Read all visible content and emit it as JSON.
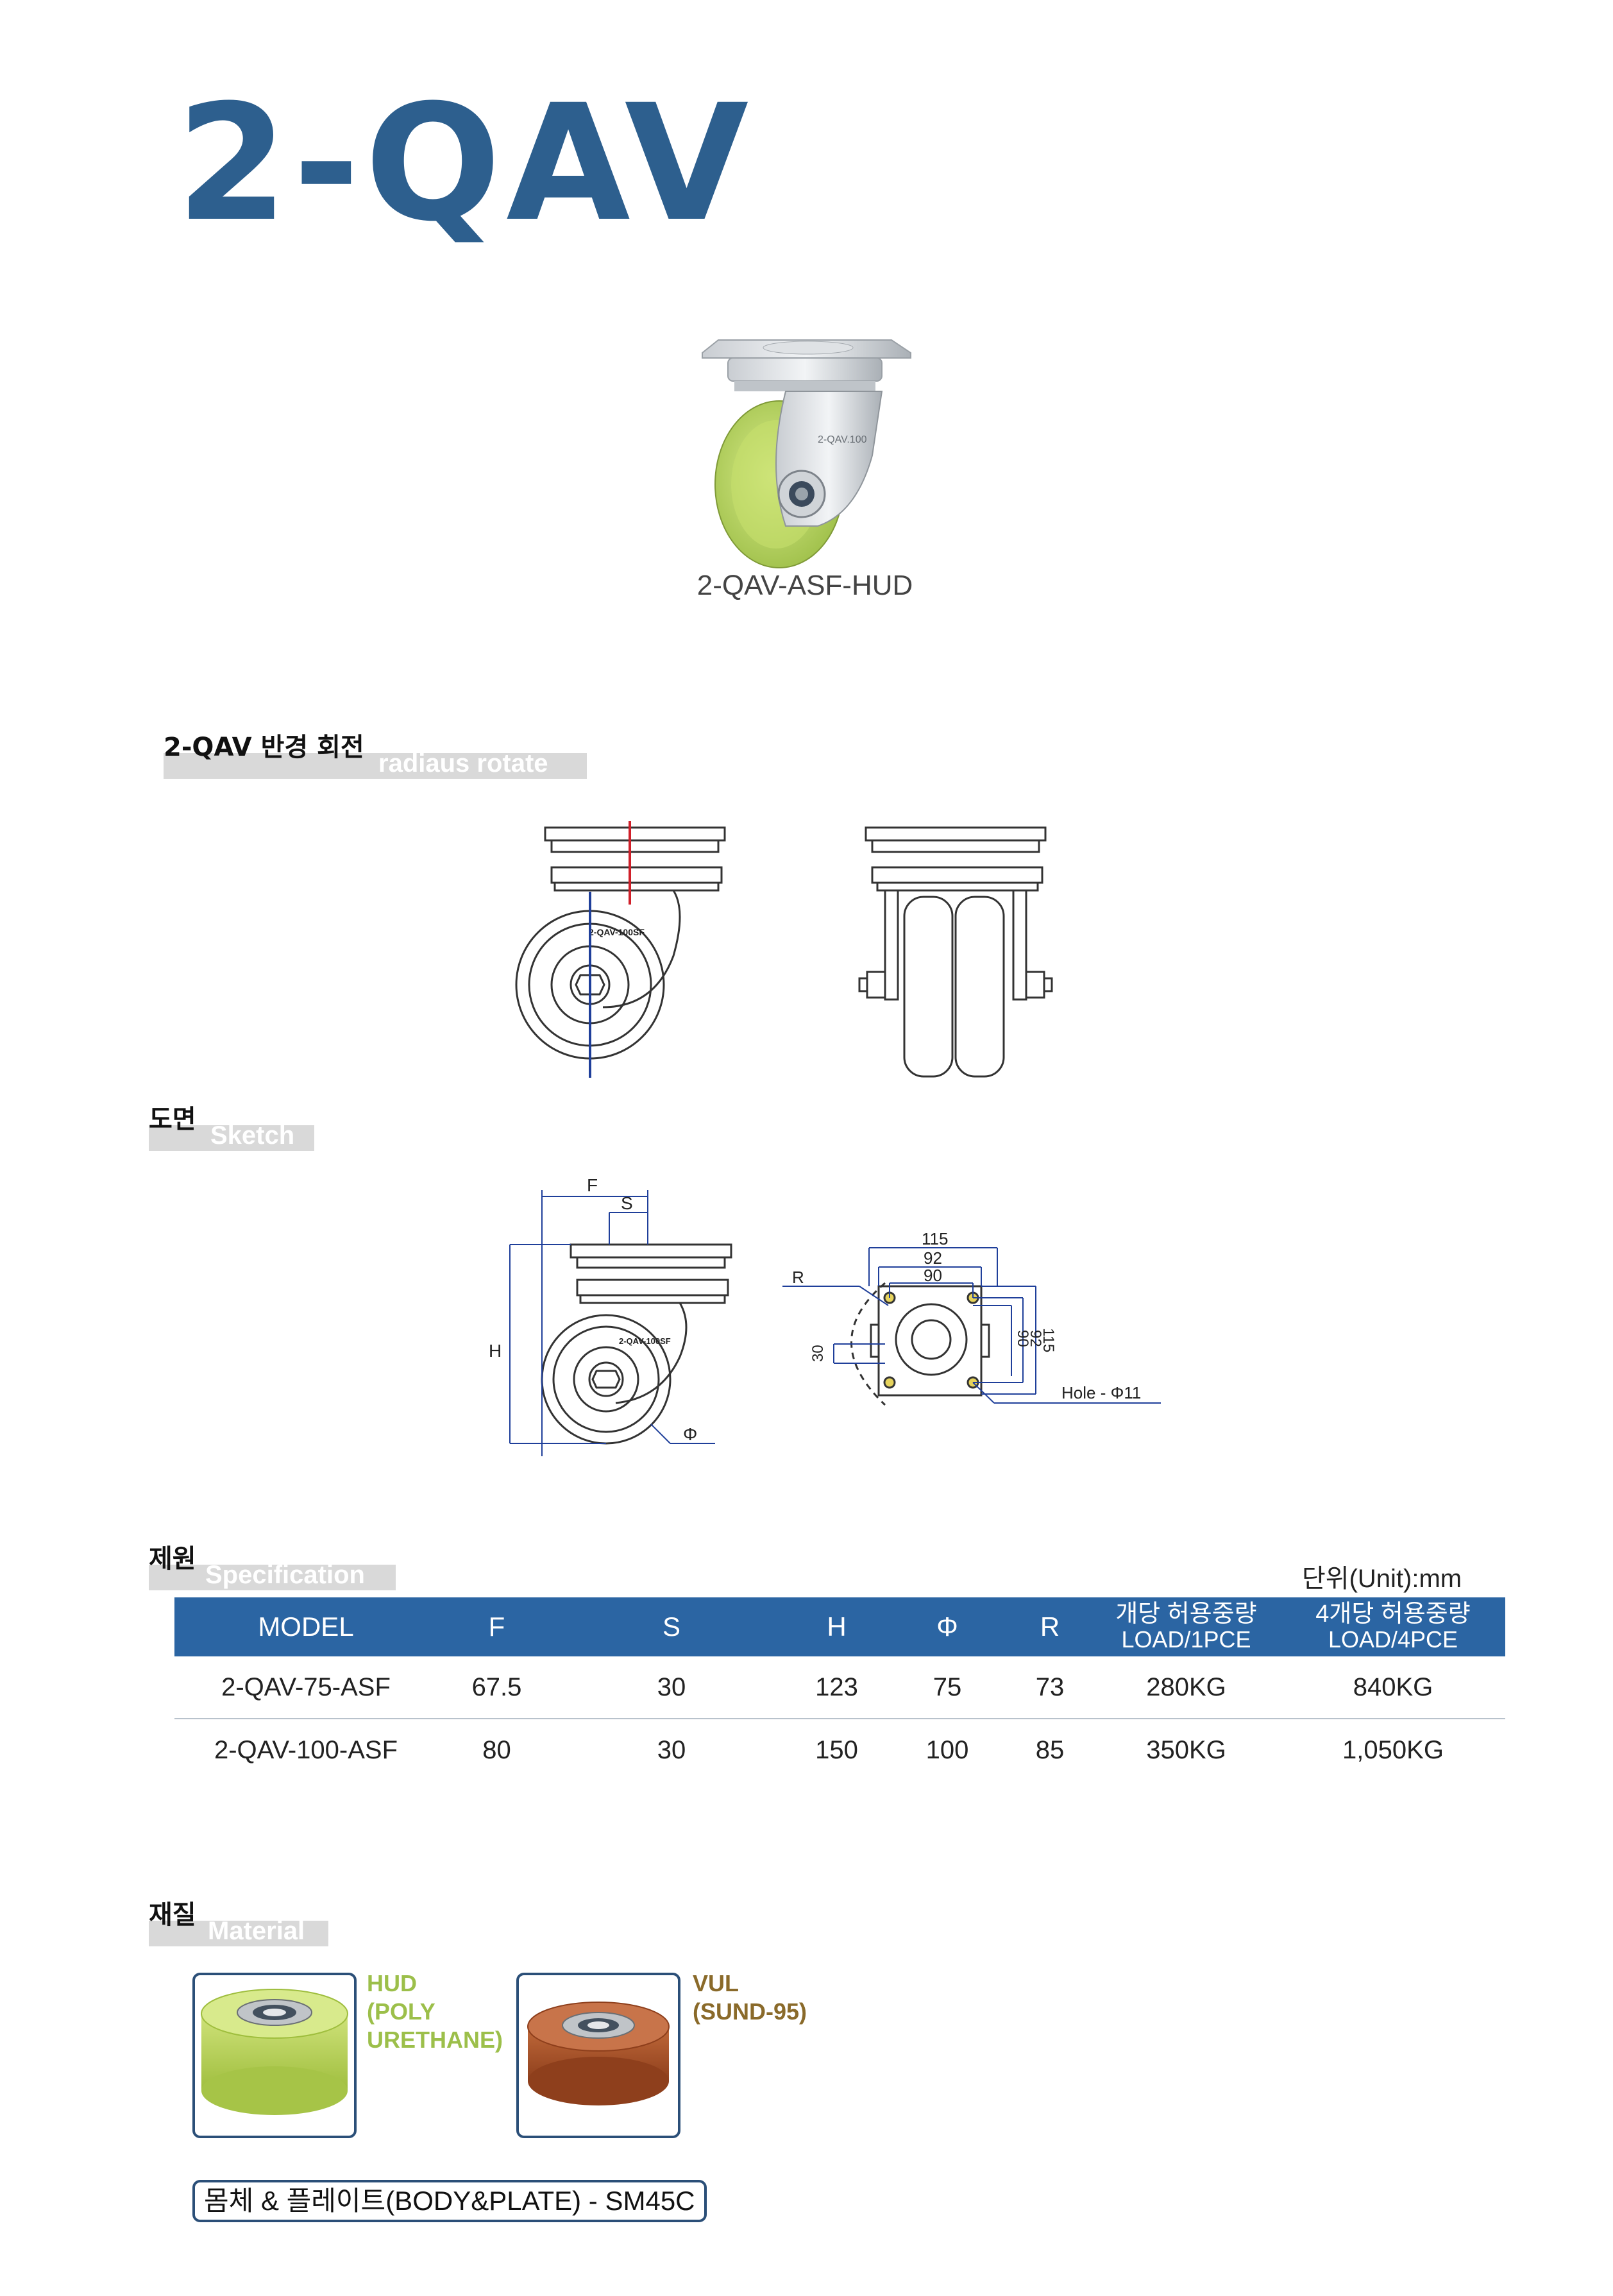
{
  "title": "2-QAV",
  "product": {
    "label": "2-QAV-ASF-HUD",
    "stamp": "2-QAV.100"
  },
  "sections": {
    "radius": {
      "ko": "2-QAV 반경 회전",
      "en": "radiaus rotate"
    },
    "sketch": {
      "ko": "도면",
      "en": "Sketch"
    },
    "spec": {
      "ko": "제원",
      "en": "Specification"
    },
    "material": {
      "ko": "재질",
      "en": "Material"
    }
  },
  "drawing_labels": {
    "model_stamp": "2-QAV-100SF",
    "F": "F",
    "S": "S",
    "H": "H",
    "phi": "Φ",
    "R": "R",
    "d115": "115",
    "d92": "92",
    "d90": "90",
    "d30": "30",
    "hole": "Hole - Φ11"
  },
  "spec": {
    "unit": "단위(Unit):mm",
    "headers": {
      "model": "MODEL",
      "f": "F",
      "s": "S",
      "h": "H",
      "phi": "Φ",
      "r": "R",
      "load1_top": "개당 허용중량",
      "load1_sub": "LOAD/1PCE",
      "load4_top": "4개당 허용중량",
      "load4_sub": "LOAD/4PCE"
    },
    "rows": [
      {
        "model": "2-QAV-75-ASF",
        "f": "67.5",
        "s": "30",
        "h": "123",
        "phi": "75",
        "r": "73",
        "load1": "280KG",
        "load4": "840KG"
      },
      {
        "model": "2-QAV-100-ASF",
        "f": "80",
        "s": "30",
        "h": "150",
        "phi": "100",
        "r": "85",
        "load1": "350KG",
        "load4": "1,050KG"
      }
    ]
  },
  "materials": [
    {
      "line1": "HUD",
      "line2": "(POLY",
      "line3": "URETHANE)",
      "color": "#9cbf4a"
    },
    {
      "line1": "VUL",
      "line2": "(SUND-95)",
      "color": "#8a6a2a"
    }
  ],
  "body_plate": "몸체 & 플레이트(BODY&PLATE) - SM45C",
  "colors": {
    "brand": "#2d5f8e",
    "table_header": "#2b65a3",
    "hud_green": "#b5cf5a",
    "vul_brown": "#a5522a"
  }
}
